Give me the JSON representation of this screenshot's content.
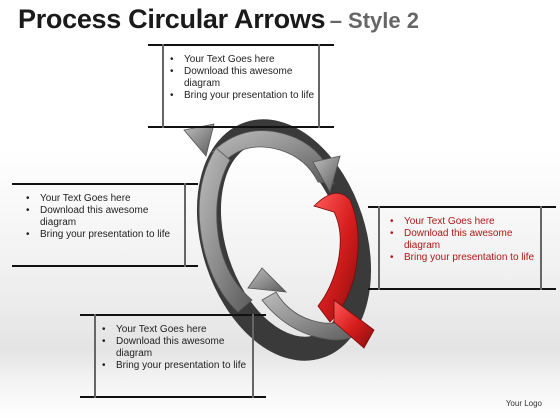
{
  "title": {
    "main": "Process Circular Arrows",
    "sub": "– Style 2"
  },
  "boxes": [
    {
      "items": [
        "Your Text Goes here",
        "Download this awesome diagram",
        "Bring your presentation to life"
      ]
    },
    {
      "items": [
        "Your Text Goes here",
        "Download this awesome diagram",
        "Bring your presentation to life"
      ]
    },
    {
      "items": [
        "Your Text Goes here",
        "Download this awesome diagram",
        "Bring your presentation to life"
      ]
    },
    {
      "items": [
        "Your Text Goes here",
        "Download this awesome diagram",
        "Bring your presentation to life"
      ]
    }
  ],
  "colors": {
    "gray_arrow": "#8e8e8e",
    "red_arrow": "#d81e1e",
    "red_text": "#b01818"
  },
  "footer": {
    "logo": "Your Logo"
  }
}
